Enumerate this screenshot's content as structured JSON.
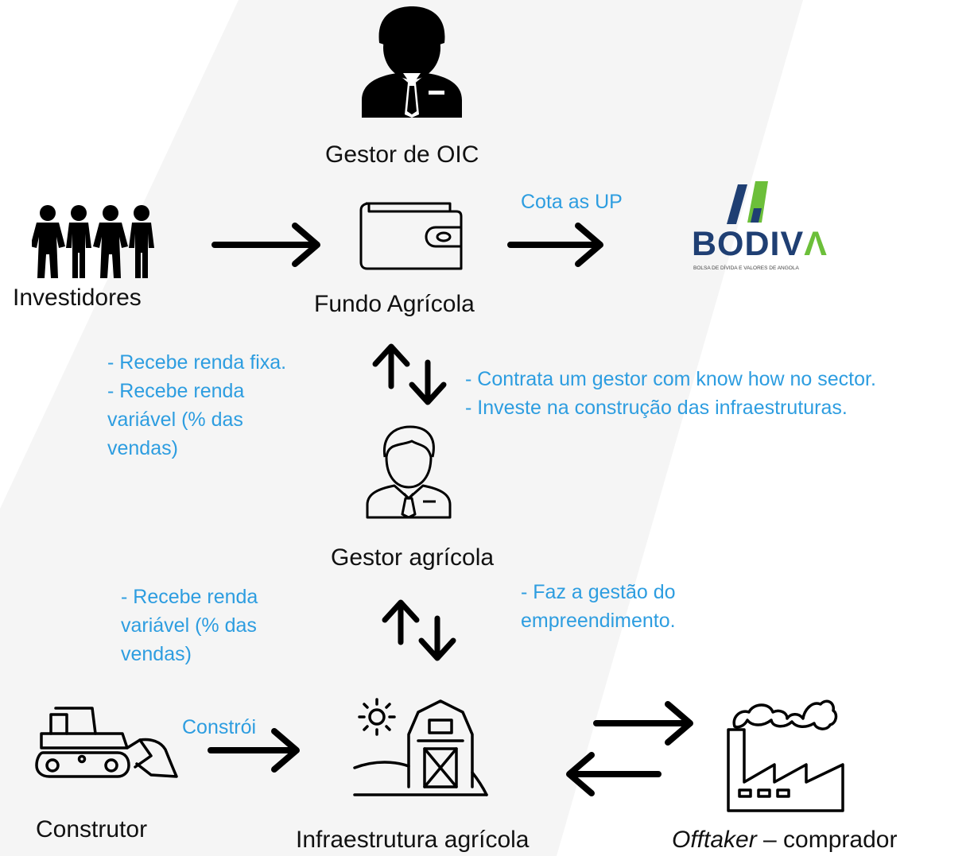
{
  "nodes": {
    "gestor_oic": "Gestor de OIC",
    "investidores": "Investidores",
    "fundo": "Fundo Agrícola",
    "gestor_agricola": "Gestor agrícola",
    "construtor": "Construtor",
    "infraestrutura": "Infraestrutura agrícola",
    "offtaker_italic": "Offtaker",
    "offtaker_rest": " – comprador"
  },
  "edges": {
    "cota": "Cota as UP",
    "constroi": "Constrói"
  },
  "notes": {
    "investors_returns": [
      "- Recebe renda fixa.",
      "- Recebe renda",
      "variável (% das",
      "vendas)"
    ],
    "fund_actions": [
      "- Contrata um gestor com know how no sector.",
      "- Investe na construção das infraestruturas."
    ],
    "manager_returns": [
      "- Recebe renda",
      "variável (% das",
      "vendas)"
    ],
    "manager_actions": [
      "- Faz a gestão do",
      "empreendimento."
    ]
  },
  "logo": {
    "name": "BODIVA",
    "tagline": "BOLSA DE DÍVIDA E VALORES DE ANGOLA"
  },
  "colors": {
    "accent_text": "#2d9de0",
    "logo_navy": "#1f3f73",
    "logo_green": "#6cbf3a"
  },
  "icons": {
    "gestor_oic": "businessman-icon",
    "investidores": "people-group-icon",
    "fundo": "wallet-icon",
    "gestor_agricola": "manager-outline-icon",
    "construtor": "bulldozer-icon",
    "infraestrutura": "farm-barn-icon",
    "offtaker": "factory-icon"
  }
}
